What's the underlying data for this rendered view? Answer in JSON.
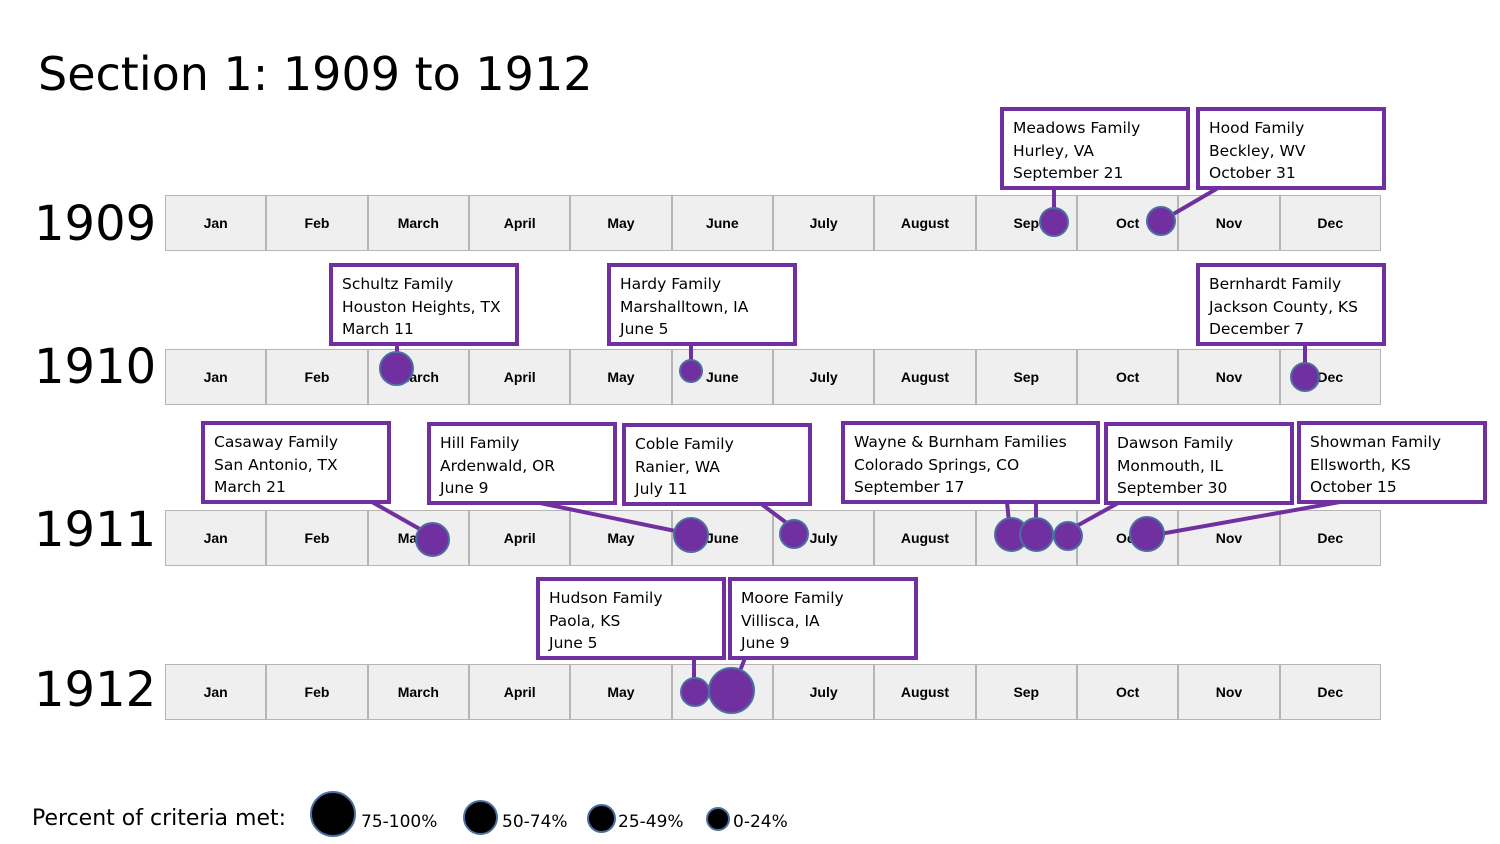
{
  "title": "Section 1: 1909 to 1912",
  "colors": {
    "accent": "#7030a0",
    "month_cell": "#efefef",
    "month_border": "#b5b5b5",
    "dot_outline": "#4a6fa0"
  },
  "rows": [
    {
      "year": "1909",
      "months": [
        "Jan",
        "Feb",
        "March",
        "April",
        "May",
        "June",
        "July",
        "August",
        "Sep",
        "Oct",
        "Nov",
        "Dec"
      ]
    },
    {
      "year": "1910",
      "months": [
        "Jan",
        "Feb",
        "March",
        "April",
        "May",
        "June",
        "July",
        "August",
        "Sep",
        "Oct",
        "Nov",
        "Dec"
      ]
    },
    {
      "year": "1911",
      "months": [
        "Jan",
        "Feb",
        "March",
        "April",
        "May",
        "June",
        "July",
        "August",
        "Sep",
        "Oct",
        "Nov",
        "Dec"
      ]
    },
    {
      "year": "1912",
      "months": [
        "Jan",
        "Feb",
        "March",
        "April",
        "May",
        "June",
        "July",
        "August",
        "Sep",
        "Oct",
        "Nov",
        "Dec"
      ]
    }
  ],
  "events": [
    {
      "family": "Meadows Family",
      "place": "Hurley, VA",
      "date": "September 21"
    },
    {
      "family": "Hood Family",
      "place": "Beckley, WV",
      "date": "October 31"
    },
    {
      "family": "Schultz Family",
      "place": "Houston Heights, TX",
      "date": "March 11"
    },
    {
      "family": "Hardy Family",
      "place": "Marshalltown, IA",
      "date": "June 5"
    },
    {
      "family": "Bernhardt Family",
      "place": "Jackson County, KS",
      "date": "December 7"
    },
    {
      "family": "Casaway Family",
      "place": "San Antonio, TX",
      "date": "March 21"
    },
    {
      "family": "Hill Family",
      "place": "Ardenwald, OR",
      "date": "June 9"
    },
    {
      "family": "Coble Family",
      "place": "Ranier, WA",
      "date": "July 11"
    },
    {
      "family": "Wayne & Burnham Families",
      "place": "Colorado Springs, CO",
      "date": "September 17"
    },
    {
      "family": "Dawson Family",
      "place": "Monmouth, IL",
      "date": "September 30"
    },
    {
      "family": "Showman Family",
      "place": "Ellsworth, KS",
      "date": "October 15"
    },
    {
      "family": "Hudson Family",
      "place": "Paola, KS",
      "date": "June 5"
    },
    {
      "family": "Moore Family",
      "place": "Villisca, IA",
      "date": "June 9"
    }
  ],
  "legend": {
    "label": "Percent of criteria met:",
    "items": [
      "75-100%",
      "50-74%",
      "25-49%",
      "0-24%"
    ]
  }
}
